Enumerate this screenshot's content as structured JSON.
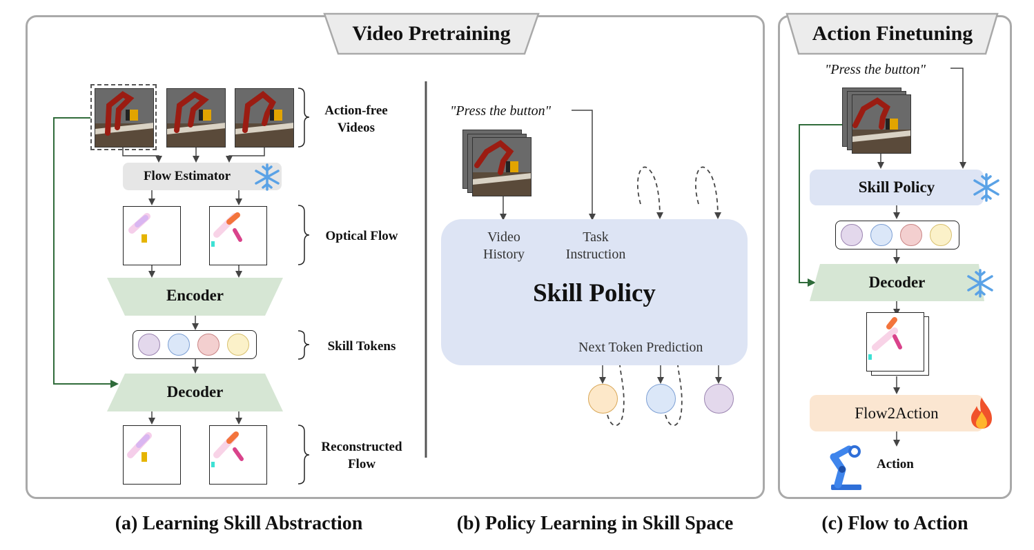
{
  "panels": {
    "video_pretraining": {
      "title": "Video Pretraining"
    },
    "action_finetuning": {
      "title": "Action Finetuning"
    }
  },
  "section_a": {
    "flow_estimator": "Flow Estimator",
    "encoder": "Encoder",
    "decoder": "Decoder",
    "labels": {
      "action_free_videos": [
        "Action-free",
        "Videos"
      ],
      "optical_flow": "Optical Flow",
      "skill_tokens": "Skill Tokens",
      "reconstructed_flow": [
        "Reconstructed",
        "Flow"
      ]
    }
  },
  "section_b": {
    "instruction": "\"Press the button\"",
    "video_history": [
      "Video",
      "History"
    ],
    "task_instruction": [
      "Task",
      "Instruction"
    ],
    "skill_policy": "Skill Policy",
    "next_token_prediction": "Next Token Prediction"
  },
  "section_c": {
    "instruction": "\"Press the button\"",
    "skill_policy": "Skill Policy",
    "decoder": "Decoder",
    "flow2action": "Flow2Action",
    "action": "Action"
  },
  "captions": {
    "a": "(a) Learning Skill Abstraction",
    "b": "(b) Policy Learning in Skill Space",
    "c": "(c) Flow to Action"
  },
  "colors": {
    "token_purple": "#e3d8ec",
    "token_blue": "#dbe7f8",
    "token_red": "#f3cfcf",
    "token_yellow": "#fbf1c9",
    "encoder_green": "#d6e6d4",
    "policy_blue": "#dde4f4",
    "flow2action_orange": "#fbe6d1",
    "estimator_gray": "#e6e6e6",
    "skip_arrow_green": "#2f6b3a"
  },
  "icons": [
    "snowflake-icon",
    "fire-icon",
    "robot-arm-icon"
  ]
}
